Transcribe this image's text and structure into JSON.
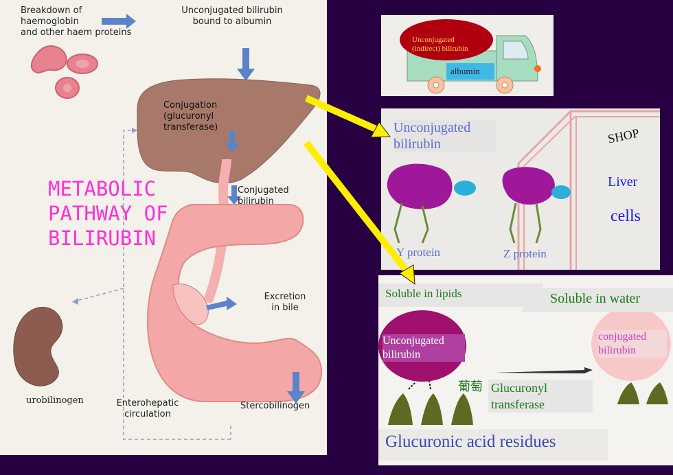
{
  "diagram": {
    "labels": {
      "breakdown": [
        "Breakdown of",
        "haemoglobin",
        "and other haem proteins"
      ],
      "unconj_albumin": [
        "Unconjugated bilirubin",
        "bound to albumin"
      ],
      "conjugation": [
        "Conjugation",
        "(glucuronyl",
        "transferase)"
      ],
      "conjugated": [
        "Conjugated",
        "bilirubin"
      ],
      "excretion": [
        "Excretion",
        "in bile"
      ],
      "urobilinogen": "urobilinogen",
      "enterohepatic": [
        "Enterohepatic",
        "circulation"
      ],
      "stercobilinogen": "Stercobilinogen"
    },
    "title": [
      "METABOLIC",
      "PATHWAY OF",
      "BILIRUBIN"
    ]
  },
  "truck": {
    "cargo": [
      "Unconjugated",
      "(indirect) bilirubin"
    ],
    "albumin": "albumin"
  },
  "cells": {
    "unconjugated": [
      "Unconjugated",
      "bilirubin"
    ],
    "shop": "SHOP",
    "liver": "Liver",
    "cells": "cells",
    "y_protein": "Y protein",
    "z_protein": "Z protein"
  },
  "solubility": {
    "lipids": "Soluble in lipids",
    "water": "Soluble in water",
    "unconjugated": [
      "Unconjugated",
      "bilirubin"
    ],
    "conjugated": [
      "conjugated",
      "bilirubin"
    ],
    "chinese": "葡萄",
    "enzyme": [
      "Glucuronyl",
      "transferase"
    ],
    "residues": "Glucuronic acid residues"
  },
  "colors": {
    "background": "#260040",
    "title": "#ff2fd8",
    "liver": "#a8786a",
    "intestine": "#f4a7a7",
    "arrow_yellow": "#ffee00",
    "blue_text": "#5a6ed8",
    "green_text": "#1c7a1c"
  }
}
